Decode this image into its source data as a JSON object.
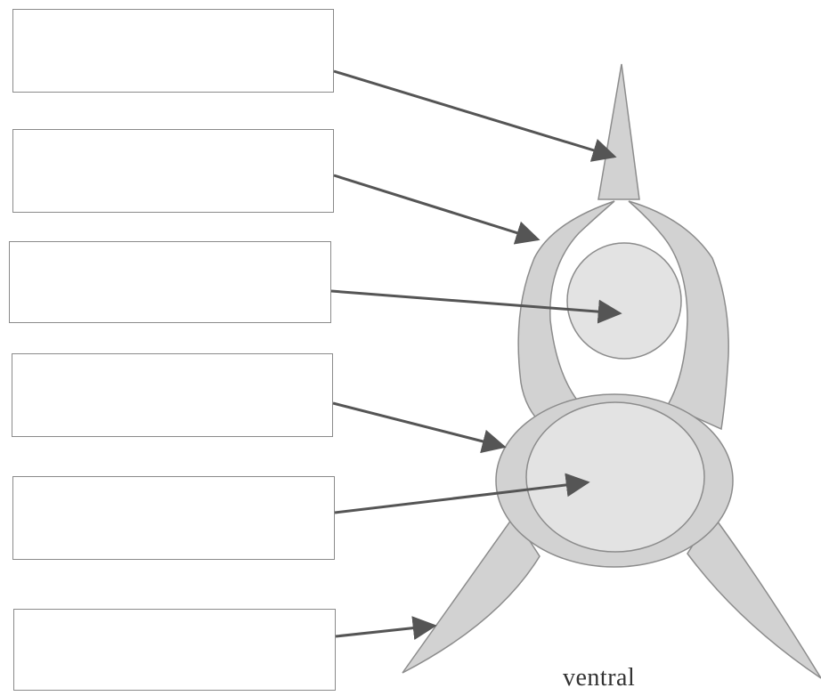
{
  "orientation_label": "ventral",
  "colors": {
    "tissue_fill": "#d2d2d2",
    "tissue_stroke": "#8c8c8c",
    "inner_fill": "#e3e3e3",
    "arrow": "#555555",
    "box_border": "#8a8a8a"
  },
  "label_boxes": [
    {
      "id": "box-1",
      "text": ""
    },
    {
      "id": "box-2",
      "text": ""
    },
    {
      "id": "box-3",
      "text": ""
    },
    {
      "id": "box-4",
      "text": ""
    },
    {
      "id": "box-5",
      "text": ""
    },
    {
      "id": "box-6",
      "text": ""
    }
  ]
}
